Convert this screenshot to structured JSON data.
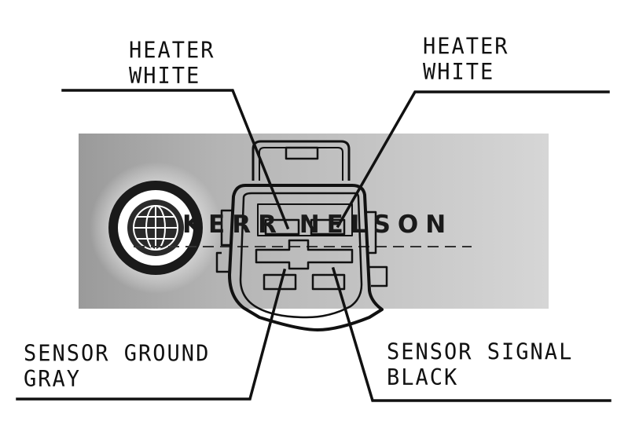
{
  "labels": {
    "top_left": {
      "line1": "HEATER",
      "line2": "WHITE"
    },
    "top_right": {
      "line1": "HEATER",
      "line2": "WHITE"
    },
    "bottom_left": {
      "line1": "SENSOR GROUND",
      "line2": "GRAY"
    },
    "bottom_right": {
      "line1": "SENSOR SIGNAL",
      "line2": "BLACK"
    }
  },
  "watermark": {
    "brand": "KERR NELSON",
    "logo_icon": "globe-icon"
  }
}
